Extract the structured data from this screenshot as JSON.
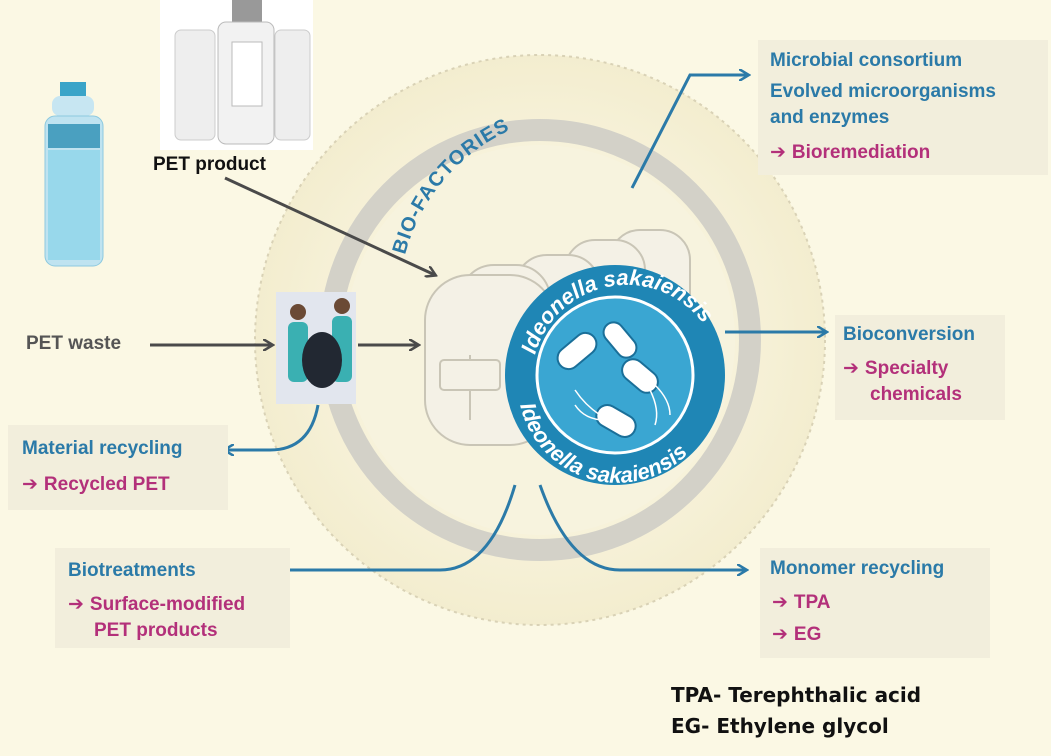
{
  "ring": {
    "band_label": "BIO-FACTORIES",
    "badge_top": "Ideonella sakaiensis",
    "badge_bottom": "Ideonella sakaiensis"
  },
  "inputs": {
    "pet_product": "PET product",
    "pet_waste": "PET waste"
  },
  "outputs": {
    "microbial": {
      "line1": "Microbial consortium",
      "line2": "Evolved microorganisms",
      "line3": "and enzymes",
      "item": "Bioremediation"
    },
    "bioconversion": {
      "title": "Bioconversion",
      "item_line1": "Specialty",
      "item_line2": "chemicals"
    },
    "material": {
      "title": "Material recycling",
      "item": "Recycled PET"
    },
    "biotreatments": {
      "title": "Biotreatments",
      "item_line1": "Surface-modified",
      "item_line2": "PET products"
    },
    "monomer": {
      "title": "Monomer recycling",
      "item1": "TPA",
      "item2": "EG"
    }
  },
  "legend": {
    "tpa": "TPA- Terephthalic acid",
    "eg": "EG- Ethylene glycol"
  },
  "colors": {
    "blue": "#2b7aa8",
    "pink": "#b3307a",
    "background": "#fbf8e4",
    "badge": "#1f86b5"
  },
  "icons": [
    "pet-bottle-icon",
    "cosmetic-bottles-icon",
    "workers-with-trash-bag-icon",
    "bioreactor-tanks-icon",
    "bacteria-icon"
  ]
}
